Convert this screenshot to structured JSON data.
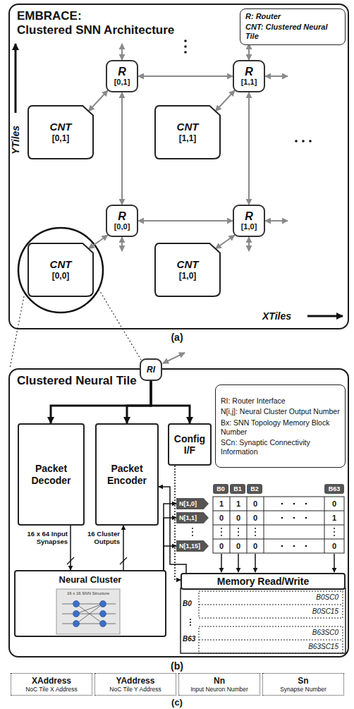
{
  "diagram": {
    "nodes": [
      {
        "text": [
          "EMBRACE:",
          "Clustered SNN Architecture"
        ]
      },
      {
        "text": [
          "R: Router",
          "CNT: Clustered Neural Tile"
        ],
        "in": 0
      },
      {
        "text": [
          "R",
          "[0,1]"
        ],
        "in": 0
      },
      {
        "text": [
          "R",
          "[1,1]"
        ],
        "in": 0
      },
      {
        "text": [
          "R",
          "[0,0]"
        ],
        "in": 0
      },
      {
        "text": [
          "R",
          "[1,0]"
        ],
        "in": 0
      },
      {
        "text": [
          "CNT",
          "[0,1]"
        ],
        "in": 0
      },
      {
        "text": [
          "CNT",
          "[1,1]"
        ],
        "in": 0
      },
      {
        "text": [
          "CNT",
          "[0,0]"
        ],
        "in": 0
      },
      {
        "text": [
          "CNT",
          "[1,0]"
        ],
        "in": 0
      },
      {
        "text": [
          "Clustered Neural Tile"
        ]
      },
      {
        "text": [
          "RI"
        ],
        "in": 10
      },
      {
        "text": [
          "RI: Router Interface",
          "N[i,j]: Neural Cluster Output Number",
          "Bx: SNN Topology Memory Block Number",
          "SCn: Synaptic Connectivity Information"
        ],
        "in": 10
      },
      {
        "text": [
          "Packet Decoder"
        ],
        "in": 10
      },
      {
        "text": [
          "Packet Encoder"
        ],
        "in": 10
      },
      {
        "text": [
          "Config I/F"
        ],
        "in": 10
      },
      {
        "text": [
          "B0"
        ],
        "in": 10
      },
      {
        "text": [
          "B1"
        ],
        "in": 10
      },
      {
        "text": [
          "B2"
        ],
        "in": 10
      },
      {
        "text": [
          "B63"
        ],
        "in": 10
      },
      {
        "text": [
          "N[1,0]"
        ],
        "in": 10
      },
      {
        "text": [
          "N[1,1]"
        ],
        "in": 10
      },
      {
        "text": [
          "N[1,15]"
        ],
        "in": 10
      },
      {
        "text": [
          "Neural Cluster"
        ],
        "in": 10
      },
      {
        "text": [
          "Memory Read/Write"
        ],
        "in": 10
      },
      {
        "text": [
          "XAddress",
          "NoC Tile X Address"
        ]
      },
      {
        "text": [
          "YAddress",
          "NoC Tile Y Address"
        ]
      },
      {
        "text": [
          "Nn",
          "Input Neuron Number"
        ]
      },
      {
        "text": [
          "Sn",
          "Synapse Number"
        ]
      }
    ],
    "edges": [
      {
        "from": 2,
        "to": 3,
        "arrow": "both"
      },
      {
        "from": 2,
        "to": 4,
        "arrow": "both"
      },
      {
        "from": 3,
        "to": 5,
        "arrow": "both"
      },
      {
        "from": 4,
        "to": 5,
        "arrow": "both"
      },
      {
        "from": 6,
        "to": 2,
        "arrow": "both"
      },
      {
        "from": 7,
        "to": 3,
        "arrow": "both"
      },
      {
        "from": 8,
        "to": 4,
        "arrow": "both"
      },
      {
        "from": 9,
        "to": 5,
        "arrow": "both"
      },
      {
        "from": 11,
        "to": 13,
        "arrow": "to"
      },
      {
        "from": 11,
        "to": 14,
        "arrow": "to"
      },
      {
        "from": 11,
        "to": 15,
        "arrow": "to"
      },
      {
        "from": 13,
        "to": 23,
        "arrow": "to",
        "label": "16 x 64 Input Synapses"
      },
      {
        "from": 23,
        "to": 14,
        "arrow": "to",
        "label": "16 Cluster Outputs"
      },
      {
        "from": 23,
        "to": 20,
        "arrow": "to"
      },
      {
        "from": 23,
        "to": 21,
        "arrow": "to"
      },
      {
        "from": 23,
        "to": 22,
        "arrow": "to"
      },
      {
        "from": 24,
        "to": 14,
        "arrow": "to"
      },
      {
        "from": 15,
        "to": 24,
        "arrow": "to"
      }
    ],
    "labels": [
      "16 x 16 SNN Structure",
      "YTiles",
      "XTiles",
      "(a)",
      "1",
      "1",
      "0",
      "0",
      "0",
      "0",
      "0",
      "1",
      "0",
      "0",
      "0",
      "0",
      "B0",
      "B0SC0",
      "B0SC15",
      "B63",
      "B63SC0",
      "B63SC15",
      "(b)",
      "(c)"
    ]
  }
}
